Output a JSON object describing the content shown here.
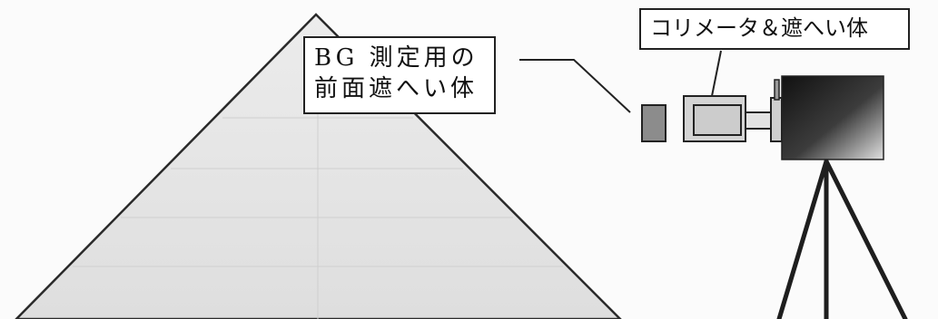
{
  "labels": {
    "bg_shield_line1": "BG 測定用の",
    "bg_shield_line2": "前面遮へい体",
    "collimator_shield": "コリメータ＆遮へい体"
  },
  "colors": {
    "pyramid_fill": "#e6e6e6",
    "pyramid_stroke": "#2a2a2a",
    "front_shield_fill": "#8c8c8c",
    "collimator_fill": "#d4d4d4",
    "detector_dark": "#1a1a1a",
    "detector_light": "#d8d8d8",
    "tripod": "#1e1e1e"
  }
}
